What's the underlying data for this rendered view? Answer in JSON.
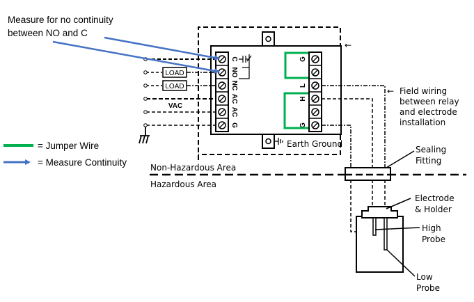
{
  "annotation": {
    "line1": "Measure for no continuity",
    "line2": "between NO and C"
  },
  "legend": {
    "jumper_label": "= Jumper Wire",
    "measure_label": "= Measure Continuity",
    "jumper_color": "#00b050",
    "measure_color": "#4472c4"
  },
  "relay": {
    "left_terminals": [
      "C",
      "NO",
      "NC",
      "AC",
      "AC",
      "G"
    ],
    "right_terminals": [
      "G",
      "",
      "L",
      "H",
      "",
      "G"
    ],
    "earth_ground_label": "Earth Ground"
  },
  "left_wiring": {
    "load1": "LOAD",
    "load2": "LOAD",
    "vac": "VAC"
  },
  "field_wiring": {
    "line1": "Field wiring",
    "line2": "between relay",
    "line3": "and electrode",
    "line4": "installation"
  },
  "sealing_fitting": {
    "line1": "Sealing",
    "line2": "Fitting"
  },
  "areas": {
    "non_hazardous": "Non-Hazardous Area",
    "hazardous": "Hazardous Area"
  },
  "electrode": {
    "line1": "Electrode",
    "line2": "& Holder"
  },
  "high_probe": {
    "line1": "High",
    "line2": "Probe"
  },
  "low_probe": {
    "line1": "Low",
    "line2": "Probe"
  }
}
